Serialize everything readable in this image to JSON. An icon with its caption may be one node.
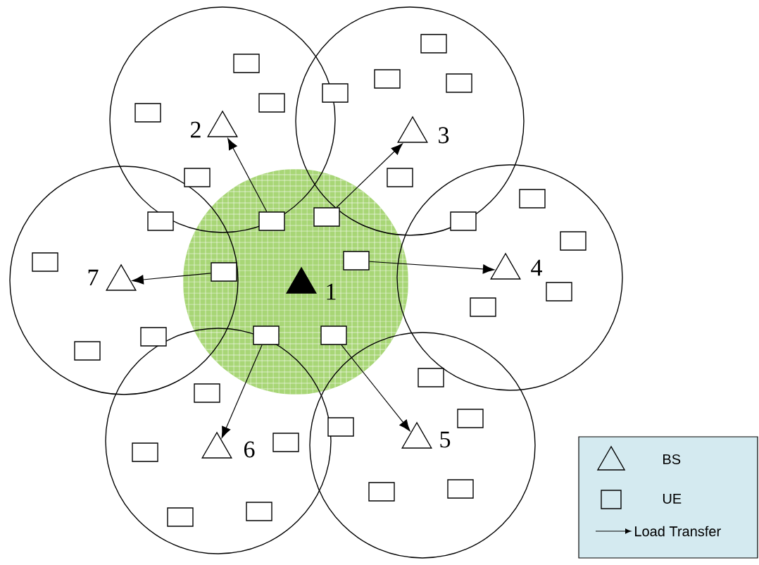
{
  "diagram": {
    "nodes": [
      {
        "text": [],
        "shape": "triangle",
        "beside": [
          "1"
        ]
      },
      {
        "text": [],
        "shape": "triangle",
        "beside": [
          "2"
        ]
      },
      {
        "text": [],
        "shape": "triangle",
        "beside": [
          "3"
        ]
      },
      {
        "text": [],
        "shape": "triangle",
        "beside": [
          "4"
        ]
      },
      {
        "text": [],
        "shape": "triangle",
        "beside": [
          "5"
        ]
      },
      {
        "text": [],
        "shape": "triangle",
        "beside": [
          "6"
        ]
      },
      {
        "text": [],
        "shape": "triangle",
        "beside": [
          "7"
        ]
      },
      {
        "text": [],
        "shape": "box"
      },
      {
        "text": [],
        "shape": "box"
      },
      {
        "text": [],
        "shape": "box"
      },
      {
        "text": [],
        "shape": "box"
      },
      {
        "text": [],
        "shape": "box"
      },
      {
        "text": [],
        "shape": "box"
      },
      {
        "text": [],
        "shape": "box"
      },
      {
        "text": [],
        "shape": "box"
      },
      {
        "text": [],
        "shape": "box"
      },
      {
        "text": [],
        "shape": "box"
      },
      {
        "text": [],
        "shape": "box"
      },
      {
        "text": [],
        "shape": "box"
      },
      {
        "text": [],
        "shape": "box"
      },
      {
        "text": [],
        "shape": "box"
      },
      {
        "text": [],
        "shape": "box"
      },
      {
        "text": [],
        "shape": "box"
      },
      {
        "text": [],
        "shape": "box"
      },
      {
        "text": [],
        "shape": "box"
      },
      {
        "text": [],
        "shape": "box"
      },
      {
        "text": [],
        "shape": "box"
      },
      {
        "text": [],
        "shape": "box"
      },
      {
        "text": [],
        "shape": "box"
      },
      {
        "text": [],
        "shape": "box"
      },
      {
        "text": [],
        "shape": "box"
      },
      {
        "text": [],
        "shape": "box"
      },
      {
        "text": [],
        "shape": "box"
      },
      {
        "text": [],
        "shape": "box"
      },
      {
        "text": [],
        "shape": "box"
      },
      {
        "text": [],
        "shape": "box"
      },
      {
        "text": [],
        "shape": "box"
      },
      {
        "text": [],
        "shape": "box"
      },
      {
        "text": [],
        "shape": "box"
      },
      {
        "text": [],
        "shape": "box"
      },
      {
        "text": [],
        "shape": "box"
      }
    ],
    "edges": [
      {
        "from": 13,
        "to": 1,
        "arrow": "to"
      },
      {
        "from": 14,
        "to": 2,
        "arrow": "to"
      },
      {
        "from": 17,
        "to": 3,
        "arrow": "to"
      },
      {
        "from": 16,
        "to": 6,
        "arrow": "to"
      },
      {
        "from": 27,
        "to": 5,
        "arrow": "to"
      },
      {
        "from": 28,
        "to": 4,
        "arrow": "to"
      }
    ],
    "legend": [
      {
        "text": "BS"
      },
      {
        "text": "UE"
      },
      {
        "text": "Load Transfer"
      }
    ]
  }
}
